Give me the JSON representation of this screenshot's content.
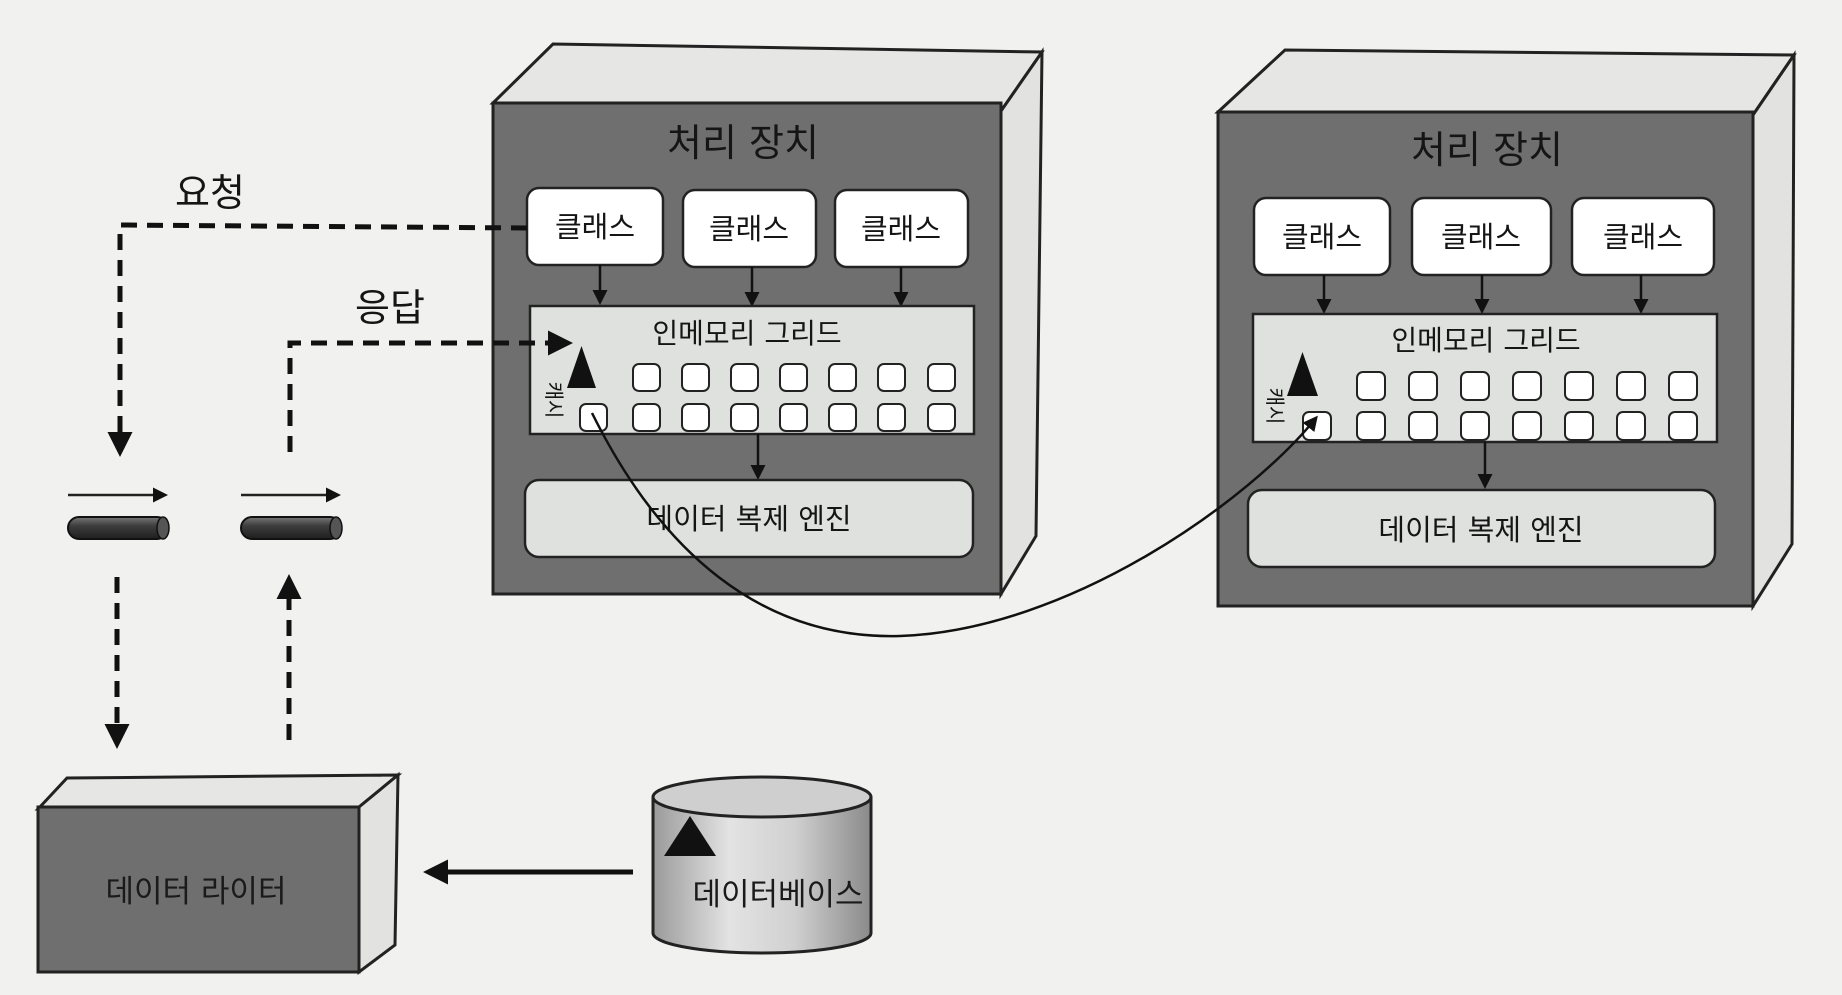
{
  "processing_units": [
    {
      "title": "처리 장치",
      "classes": [
        "클래스",
        "클래스",
        "클래스"
      ],
      "grid_label": "인메모리 그리드",
      "cache_label": "캐시",
      "engine_label": "데이터 복제 엔진"
    },
    {
      "title": "처리 장치",
      "classes": [
        "클래스",
        "클래스",
        "클래스"
      ],
      "grid_label": "인메모리 그리드",
      "cache_label": "캐시",
      "engine_label": "데이터 복제 엔진"
    }
  ],
  "flows": {
    "request_label": "요청",
    "response_label": "응답"
  },
  "data_writer": {
    "label": "데이터 라이터"
  },
  "database": {
    "label": "데이터베이스"
  },
  "colors": {
    "background": "#f1f1ef",
    "box_front": "#6f6f6f",
    "box_top": "#e4e4e2",
    "panel_fill": "#dfe1df",
    "class_fill": "#ffffff",
    "line": "#111111"
  }
}
